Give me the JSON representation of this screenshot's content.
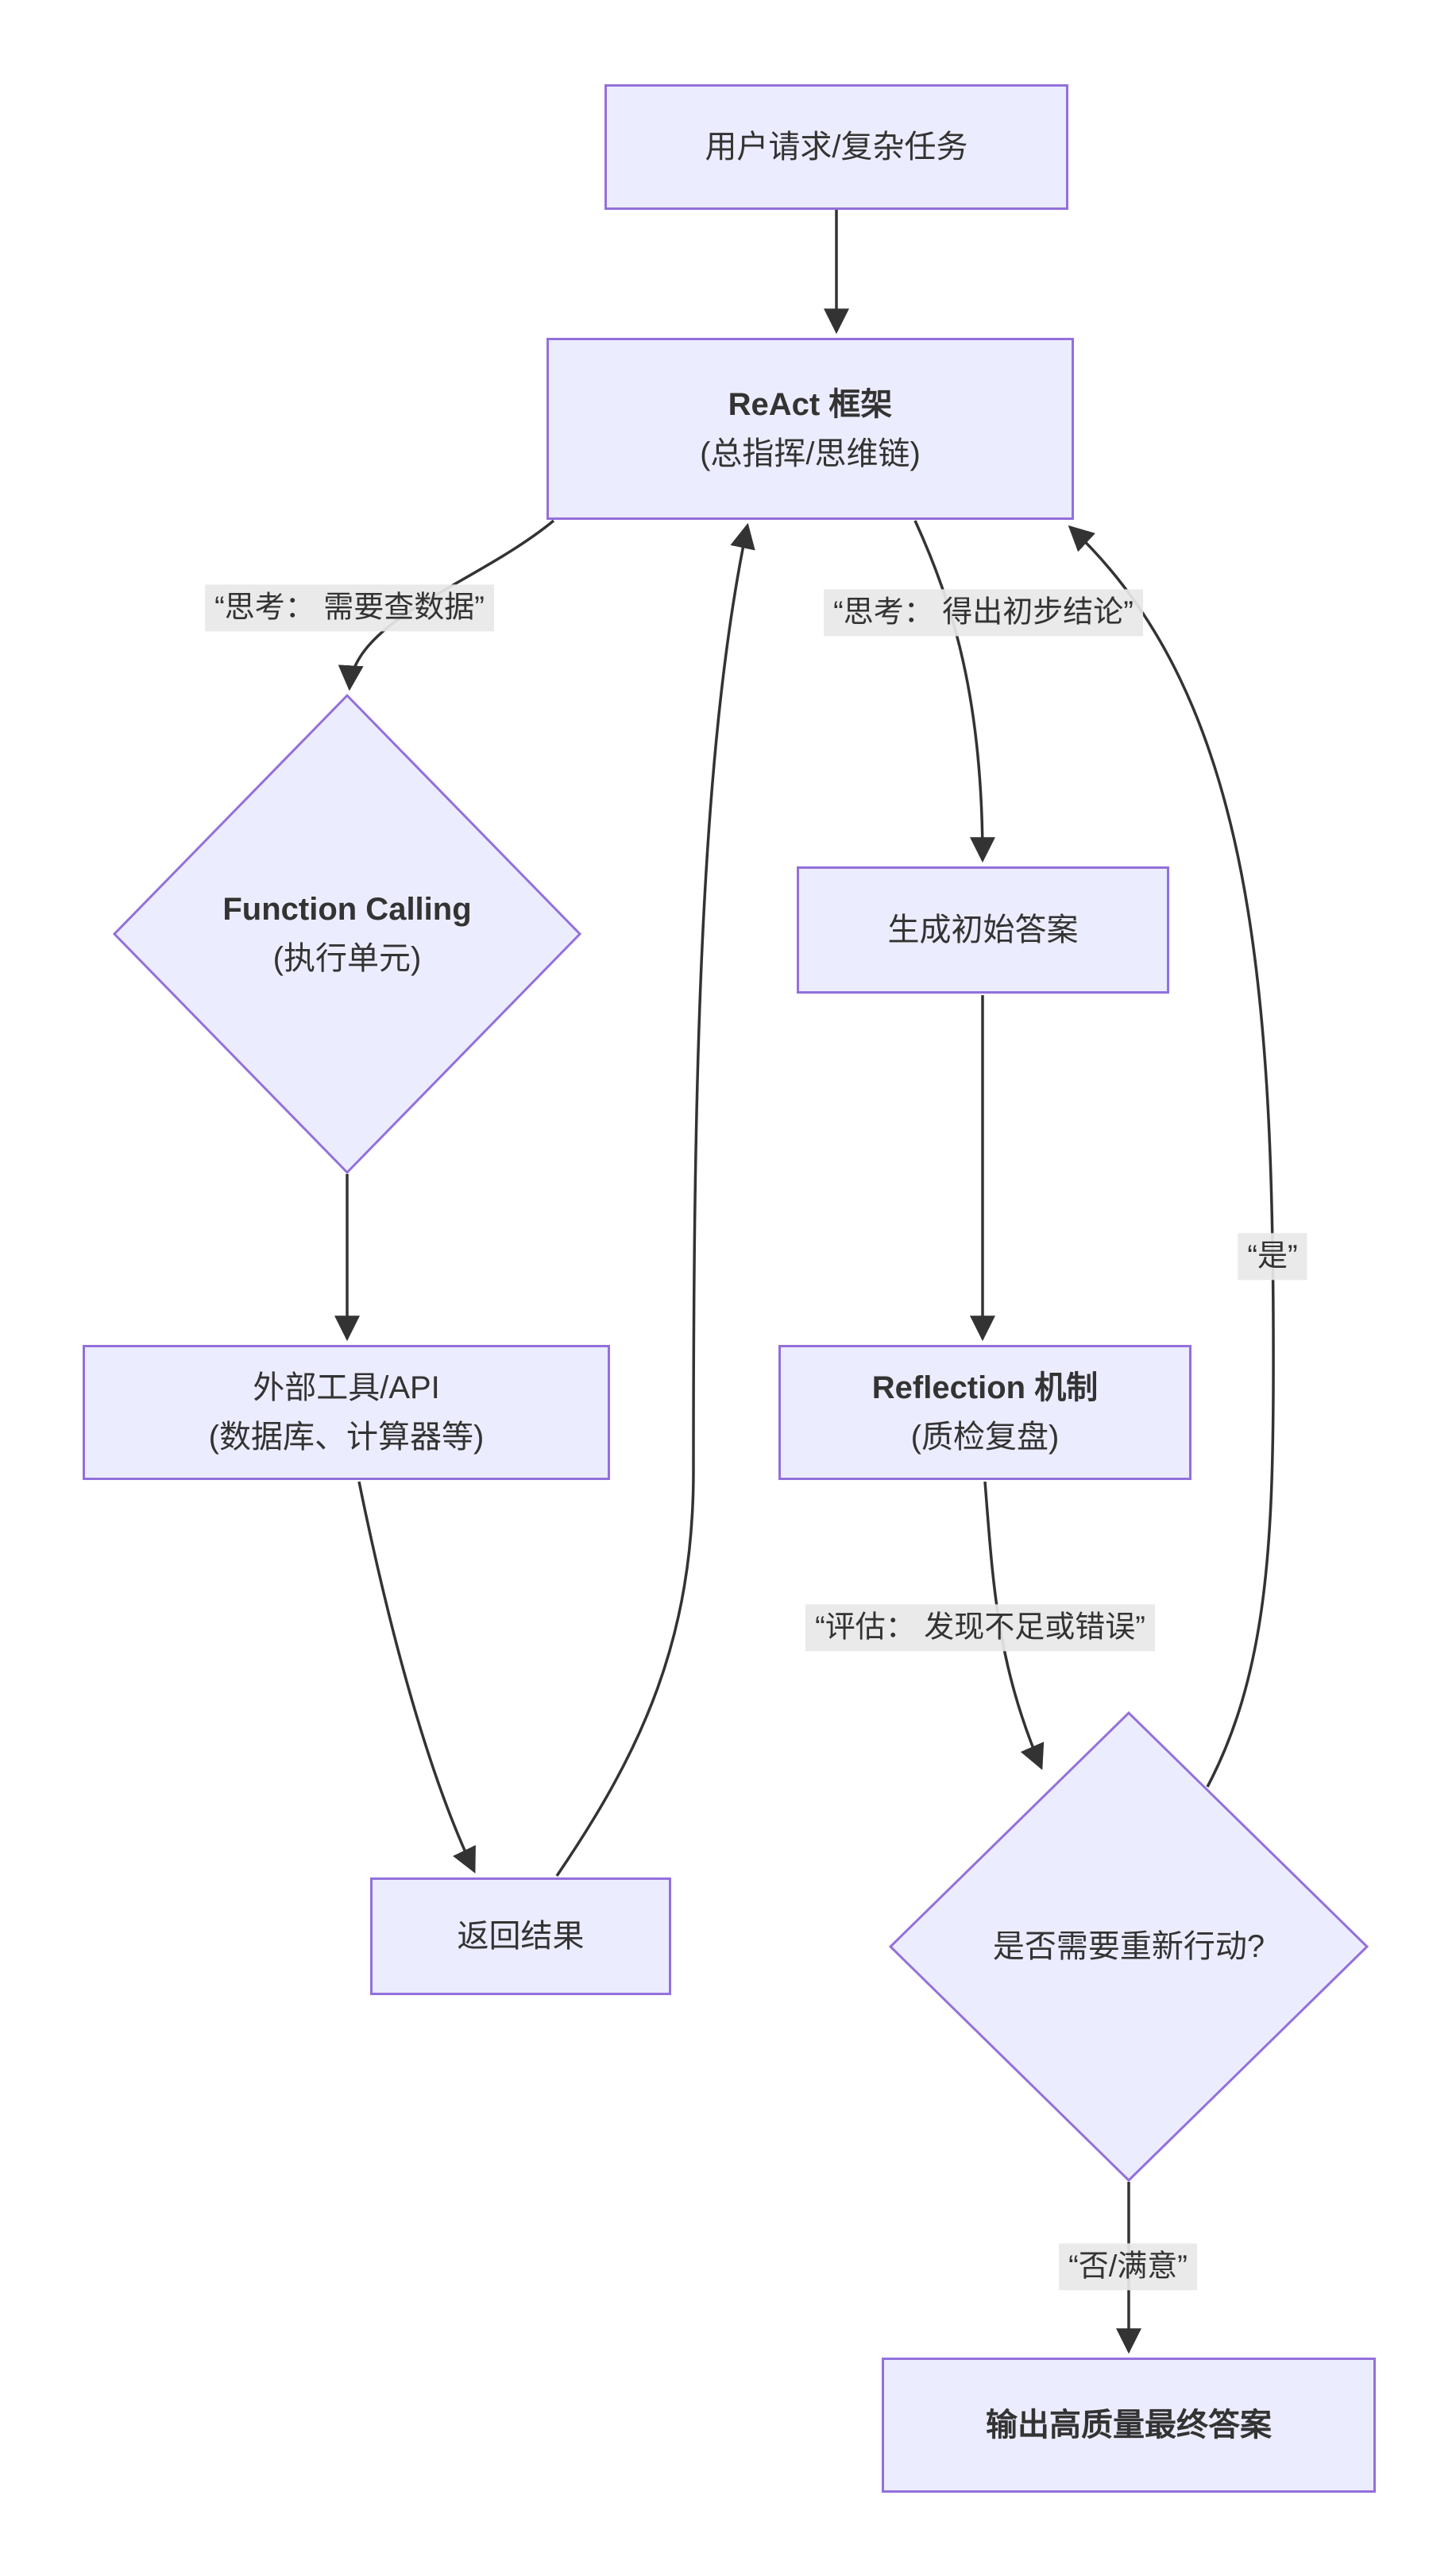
{
  "diagram_type": "flowchart",
  "theme": {
    "node_fill": "#ECECFF",
    "node_border": "#9370DB",
    "edge_color": "#333333",
    "edge_label_bg": "#e8e8e8",
    "text_color": "#333333",
    "background": "#ffffff"
  },
  "nodes": {
    "user_request": {
      "label": "用户请求/复杂任务"
    },
    "react_framework": {
      "title": "ReAct 框架",
      "subtitle": "(总指挥/思维链)"
    },
    "function_calling": {
      "title": "Function Calling",
      "subtitle": "(执行单元)"
    },
    "external_tools": {
      "title": "外部工具/API",
      "subtitle": "(数据库、计算器等)"
    },
    "return_result": {
      "label": "返回结果"
    },
    "generate_initial_answer": {
      "label": "生成初始答案"
    },
    "reflection": {
      "title": "Reflection 机制",
      "subtitle": "(质检复盘)"
    },
    "need_new_action": {
      "label": "是否需要重新行动?"
    },
    "final_answer": {
      "label": "输出高质量最终答案"
    }
  },
  "edge_labels": {
    "think_query_data": "“思考： 需要查数据”",
    "think_initial_conclusion": "“思考： 得出初步结论”",
    "evaluate_find_issues": "“评估： 发现不足或错误”",
    "yes": "“是”",
    "no_satisfied": "“否/满意”"
  }
}
